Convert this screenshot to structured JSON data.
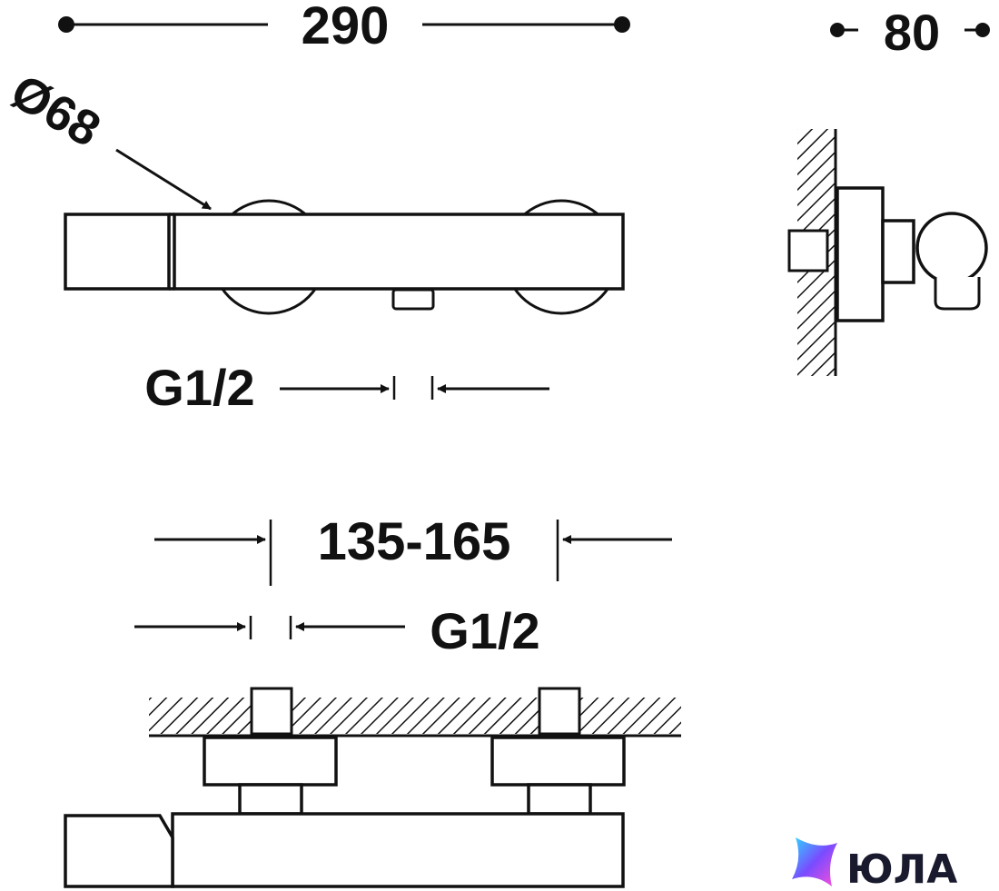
{
  "dimensions": {
    "overall_width": "290",
    "depth": "80",
    "escutcheon_diameter": "Ø68",
    "outlet_thread": "G1/2",
    "center_distance": "135-165",
    "inlet_thread": "G1/2"
  },
  "brand": {
    "logo_text": "ЮЛА"
  }
}
